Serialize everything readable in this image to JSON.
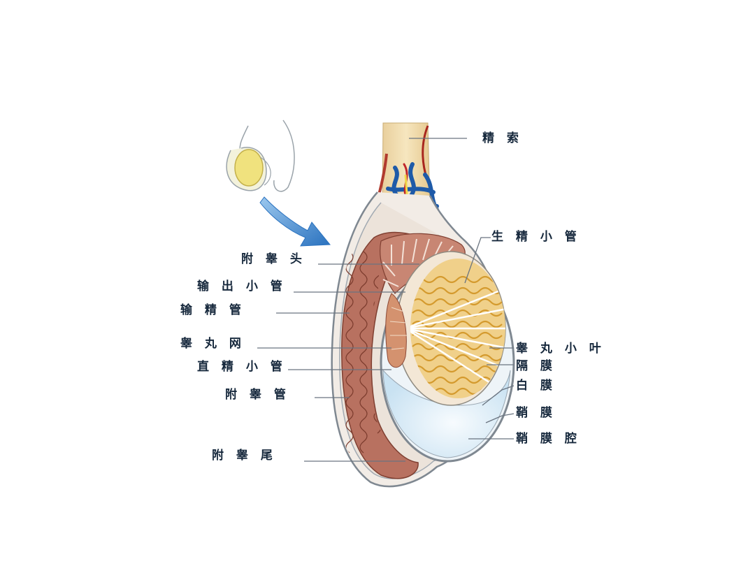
{
  "labels": {
    "spermatic_cord": "精 索",
    "seminiferous_tubules": "生 精 小 管",
    "epididymis_head": "附 睾 头",
    "efferent_ductules": "输 出 小 管",
    "vas_deferens": "输 精 管",
    "rete_testis": "睾 丸 网",
    "straight_tubules": "直 精 小 管",
    "testicular_lobules": "睾 丸 小 叶",
    "septum": "隔 膜",
    "tunica_albuginea": "白 膜",
    "epididymis_duct": "附 睾 管",
    "tunica_vaginalis": "鞘 膜",
    "vaginal_cavity": "鞘 膜 腔",
    "epididymis_tail": "附 睾 尾"
  },
  "colors": {
    "label_text": "#16283c",
    "leader_line": "#6a7480",
    "arrow": "#2f7fc7",
    "epididymis": "#b87160",
    "tubules": "#e8b34f",
    "vein": "#1e5aa8",
    "artery": "#c0262c",
    "cavity": "#d9ecf7",
    "tunica": "#8a949e"
  },
  "icons": {
    "inset_arrow": "blue-arrow-icon"
  }
}
